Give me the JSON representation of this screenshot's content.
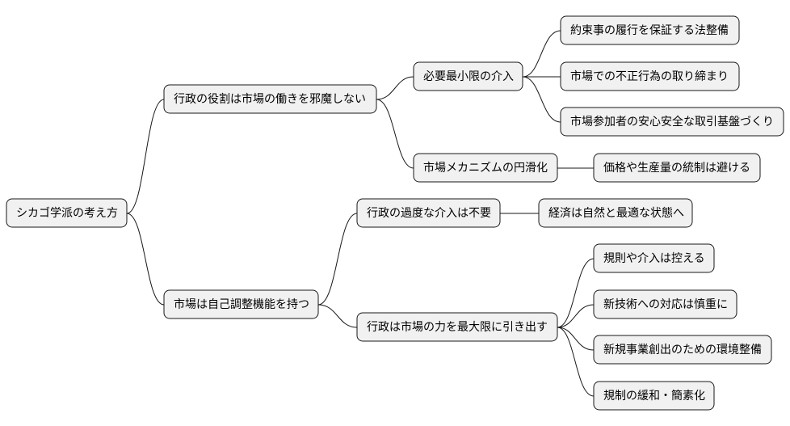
{
  "mindmap": {
    "root": "シカゴ学派の考え方",
    "branch1": {
      "label": "行政の役割は市場の働きを邪魔しない",
      "sub1": {
        "label": "必要最小限の介入",
        "leaves": [
          "約束事の履行を保証する法整備",
          "市場での不正行為の取り締まり",
          "市場参加者の安心安全な取引基盤づくり"
        ]
      },
      "sub2": {
        "label": "市場メカニズムの円滑化",
        "leaves": [
          "価格や生産量の統制は避ける"
        ]
      }
    },
    "branch2": {
      "label": "市場は自己調整機能を持つ",
      "sub1": {
        "label": "行政の過度な介入は不要",
        "leaves": [
          "経済は自然と最適な状態へ"
        ]
      },
      "sub2": {
        "label": "行政は市場の力を最大限に引き出す",
        "leaves": [
          "規則や介入は控える",
          "新技術への対応は慎重に",
          "新規事業創出のための環境整備",
          "規制の緩和・簡素化"
        ]
      }
    }
  }
}
